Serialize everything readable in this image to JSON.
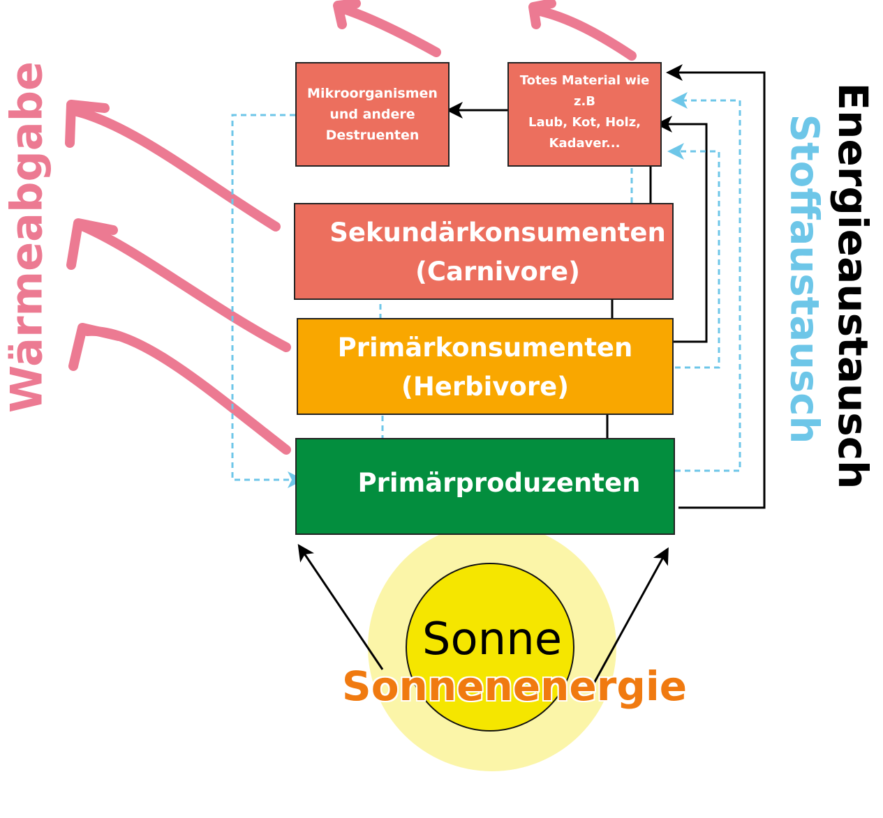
{
  "boxes": {
    "destruenten": [
      "Mikroorganismen",
      "und andere",
      "Destruenten"
    ],
    "totes_material": [
      "Totes Material wie",
      "z.B",
      "Laub, Kot, Holz,",
      "Kadaver..."
    ],
    "sekundaer": [
      "Sekundärkonsumenten",
      "(Carnivore)"
    ],
    "primaerkonsumenten": [
      "Primärkonsumenten",
      "(Herbivore)"
    ],
    "primaerproduzenten": [
      "Primärproduzenten"
    ]
  },
  "labels": {
    "waermeabgabe": "Wärmeabgabe",
    "energieaustausch": "Energieaustausch",
    "stoffaustausch": "Stoffaustausch"
  },
  "sun": {
    "name": "Sonne",
    "energy": "Sonnenenergie"
  },
  "colors": {
    "red_box": "#ec6f5e",
    "orange_box": "#f9a700",
    "green_box": "#038e3e",
    "heat_arrow": "#ec7a92",
    "matter_arrow": "#6dc6e8",
    "energy_arrow": "#000000",
    "sun_core": "#f5e600",
    "sun_glow": "#fbf5a8",
    "sun_energy_text": "#f07a10"
  }
}
